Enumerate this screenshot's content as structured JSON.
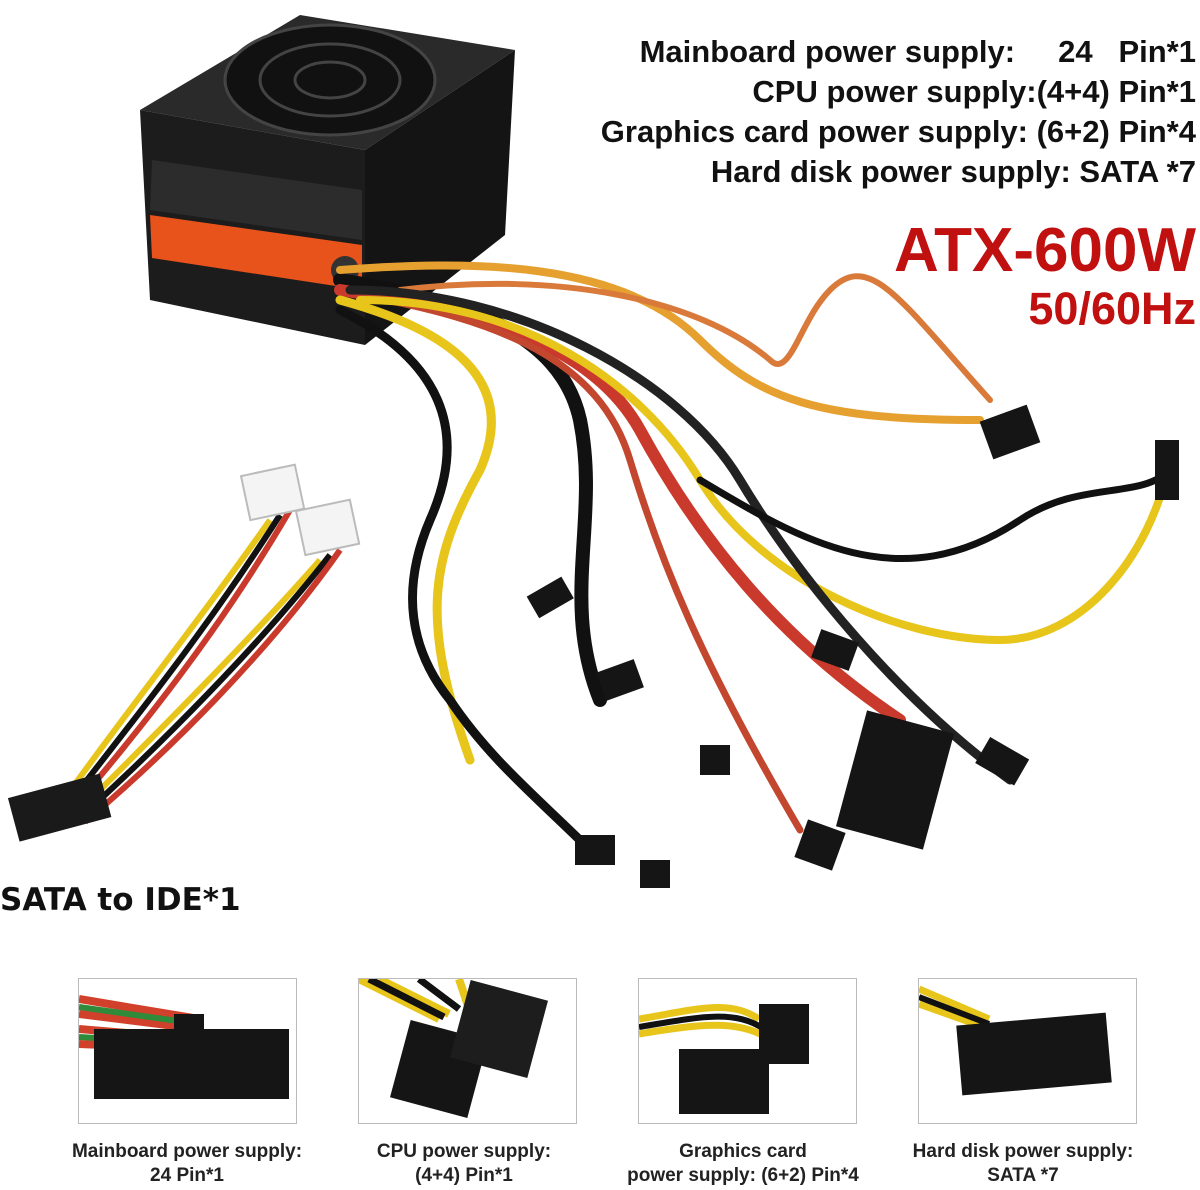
{
  "specs": {
    "lines": [
      "Mainboard power supply:     24   Pin*1",
      "CPU power supply:(4+4) Pin*1",
      "Graphics card power supply: (6+2) Pin*4",
      "Hard disk power supply: SATA *7"
    ]
  },
  "model": {
    "name": "ATX-600W",
    "frequency": "50/60Hz",
    "color": "#c0100f"
  },
  "adapter": {
    "label": "SATA to IDE*1"
  },
  "connectors": [
    {
      "caption_line1": "Mainboard power supply:",
      "caption_line2": "24 Pin*1"
    },
    {
      "caption_line1": "CPU power supply:",
      "caption_line2": "(4+4) Pin*1"
    },
    {
      "caption_line1": "Graphics card",
      "caption_line2": "power supply: (6+2) Pin*4"
    },
    {
      "caption_line1": "Hard disk power supply:",
      "caption_line2": "SATA *7"
    }
  ]
}
